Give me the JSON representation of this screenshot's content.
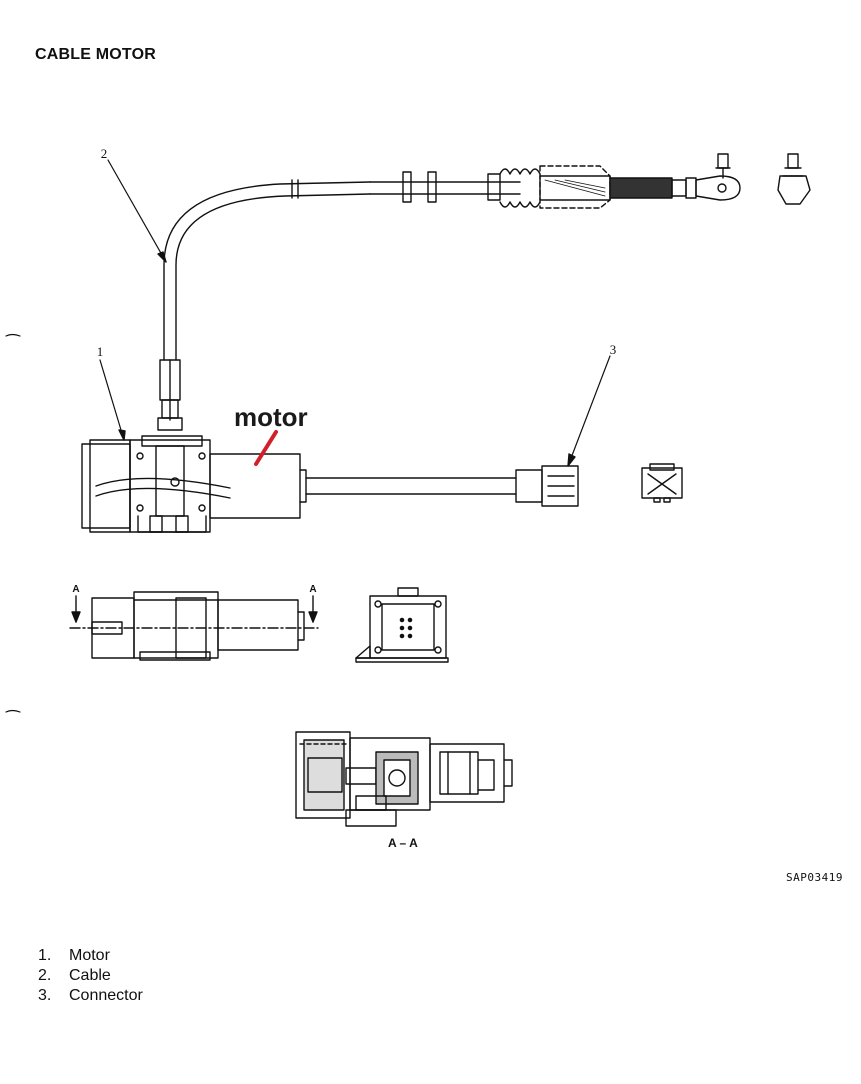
{
  "title": "CABLE MOTOR",
  "callouts": [
    "1",
    "2",
    "3"
  ],
  "annotation": "motor",
  "section_marker": "A",
  "section_caption": "A – A",
  "figure_code": "SAP03419",
  "legend": [
    {
      "num": "1.",
      "label": "Motor"
    },
    {
      "num": "2.",
      "label": "Cable"
    },
    {
      "num": "3.",
      "label": "Connector"
    }
  ],
  "colors": {
    "ink": "#111111",
    "annotation_mark": "#d0202a"
  }
}
